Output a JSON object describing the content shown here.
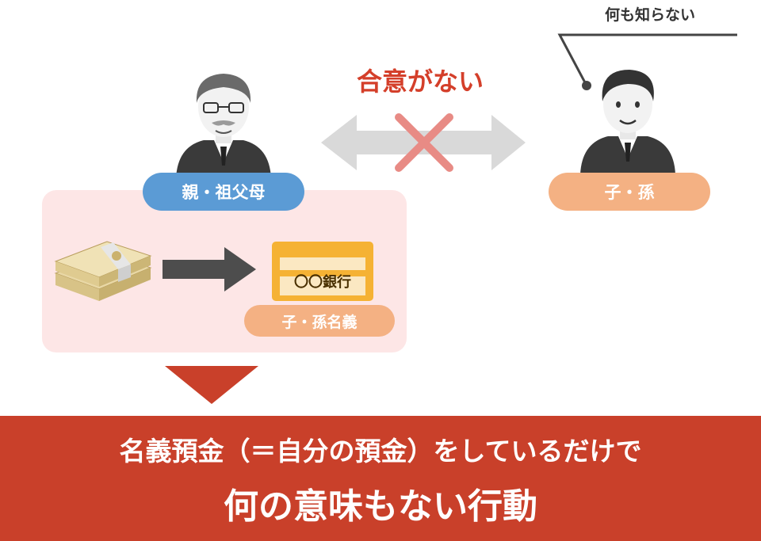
{
  "header": {
    "no_agreement": "合意がない",
    "knows_nothing": "何も知らない"
  },
  "people": {
    "parent_label": "親・祖父母",
    "child_label": "子・孫"
  },
  "account": {
    "bank_card_text": "〇〇銀行",
    "account_holder_label": "子・孫名義"
  },
  "banner": {
    "line1": "名義預金（＝自分の預金）をしているだけで",
    "line2": "何の意味もない行動"
  },
  "colors": {
    "accent_red": "#c9402a",
    "pill_blue": "#5b9bd5",
    "pill_orange": "#f4b183",
    "pink_box": "#fde6e6"
  },
  "icons": {
    "parent": "elderly-man-icon",
    "child": "young-man-icon",
    "money": "cash-bundle-icon",
    "card": "bank-card-icon",
    "cross": "cross-mark-icon"
  }
}
